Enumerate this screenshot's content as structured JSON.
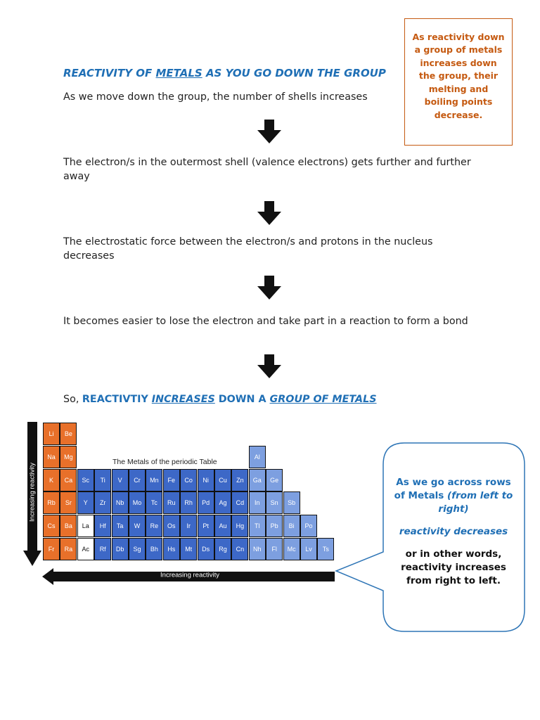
{
  "note": {
    "text": "As reactivity down a group of metals increases down the group, their melting and boiling points decrease."
  },
  "title": {
    "part1": "REACTIVITY OF ",
    "part2": "METALS",
    "part3": " AS YOU GO DOWN THE GROUP"
  },
  "steps": [
    "As we move down the group, the number of shells increases",
    "The electron/s in the outermost shell (valence electrons) gets further and further away",
    "The electrostatic force between the electron/s and protons in the nucleus decreases",
    "It becomes easier to lose the electron and take part in a reaction to form a bond"
  ],
  "arrow_icon": "down-arrow-icon",
  "conclusion": {
    "prefix": "So, ",
    "part1": "REACTIVTIY ",
    "part2": "INCREASES",
    "part3": " DOWN A ",
    "part4": "GROUP OF METALS"
  },
  "periodic_table": {
    "caption": "The Metals of the periodic Table",
    "vertical_arrow_label": "Increasing reactivity",
    "horizontal_arrow_label": "Increasing reactivity",
    "colors": {
      "alkali": "#e8702a",
      "transition": "#3d68c7",
      "post_transition": "#7d9fe0",
      "other": "#ffffff"
    },
    "rows": [
      [
        "Li",
        "Be"
      ],
      [
        "Na",
        "Mg",
        "Al"
      ],
      [
        "K",
        "Ca",
        "Sc",
        "Ti",
        "V",
        "Cr",
        "Mn",
        "Fe",
        "Co",
        "Ni",
        "Cu",
        "Zn",
        "Ga",
        "Ge"
      ],
      [
        "Rb",
        "Sr",
        "Y",
        "Zr",
        "Nb",
        "Mo",
        "Tc",
        "Ru",
        "Rh",
        "Pd",
        "Ag",
        "Cd",
        "In",
        "Sn",
        "Sb"
      ],
      [
        "Cs",
        "Ba",
        "La",
        "Hf",
        "Ta",
        "W",
        "Re",
        "Os",
        "Ir",
        "Pt",
        "Au",
        "Hg",
        "Tl",
        "Pb",
        "Bi",
        "Po"
      ],
      [
        "Fr",
        "Ra",
        "Ac",
        "Rf",
        "Db",
        "Sg",
        "Bh",
        "Hs",
        "Mt",
        "Ds",
        "Rg",
        "Cn",
        "Nh",
        "Fl",
        "Mc",
        "Lv",
        "Ts"
      ]
    ]
  },
  "callout": {
    "line1_main": "As we go across rows of Metals ",
    "line1_italic": "(from left to right)",
    "line2": "reactivity decreases",
    "line3": "or in other words, reactivity increases from right to left."
  }
}
